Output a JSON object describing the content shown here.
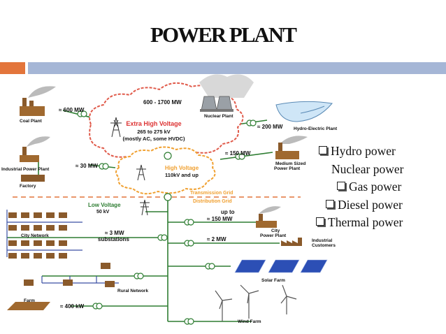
{
  "slide": {
    "title": "POWER PLANT"
  },
  "diagram": {
    "ehv": {
      "title": "Extra High Voltage",
      "line1": "265 to 275 kV",
      "line2": "(mostly AC, some HVDC)"
    },
    "hv": {
      "title": "High Voltage",
      "line1": "110kV and up"
    },
    "lv": {
      "title": "Low Voltage",
      "line1": "50 kV"
    },
    "transmission_grid": "Transmission Grid",
    "distribution_grid": "Distribution Grid",
    "plants": {
      "nuclear": {
        "name": "Nuclear Plant",
        "power": "600 - 1700  MW"
      },
      "coal": {
        "name": "Coal Plant",
        "power": "≈ 600  MW"
      },
      "hydro": {
        "name": "Hydro-Electric Plant",
        "power": "≈ 200  MW"
      },
      "industrial": {
        "name": "Industrial Power Plant",
        "power": "≈ 30 MW"
      },
      "medium": {
        "name_line1": "Medium Sized",
        "name_line2": "Power Plant",
        "power": "≈ 150  MW"
      },
      "city": {
        "name_line1": "City",
        "name_line2": "Power Plant",
        "power_line1": "up to",
        "power_line2": "≈ 150  MW"
      }
    },
    "factory": "Factory",
    "city_network": "City Network",
    "substations": {
      "power": "≈ 3  MW",
      "name": "substations"
    },
    "industrial_customers": {
      "name_line1": "Industrial",
      "name_line2": "Customers",
      "power": "≈ 2  MW"
    },
    "rural_network": "Rural Network",
    "solar_farm": "Solar Farm",
    "farm": {
      "name": "Farm",
      "power": "≈ 400 kW"
    },
    "wind_farm": "Wind Farm"
  },
  "legend": {
    "items": [
      "Hydro power",
      "Nuclear power",
      "Gas power",
      "Diesel power",
      "Thermal power"
    ]
  },
  "colors": {
    "accent_orange": "#e3753b",
    "accent_blue": "#a5b6d6",
    "grid_green": "#2e7d32",
    "voltage_orange": "#f0a030"
  }
}
